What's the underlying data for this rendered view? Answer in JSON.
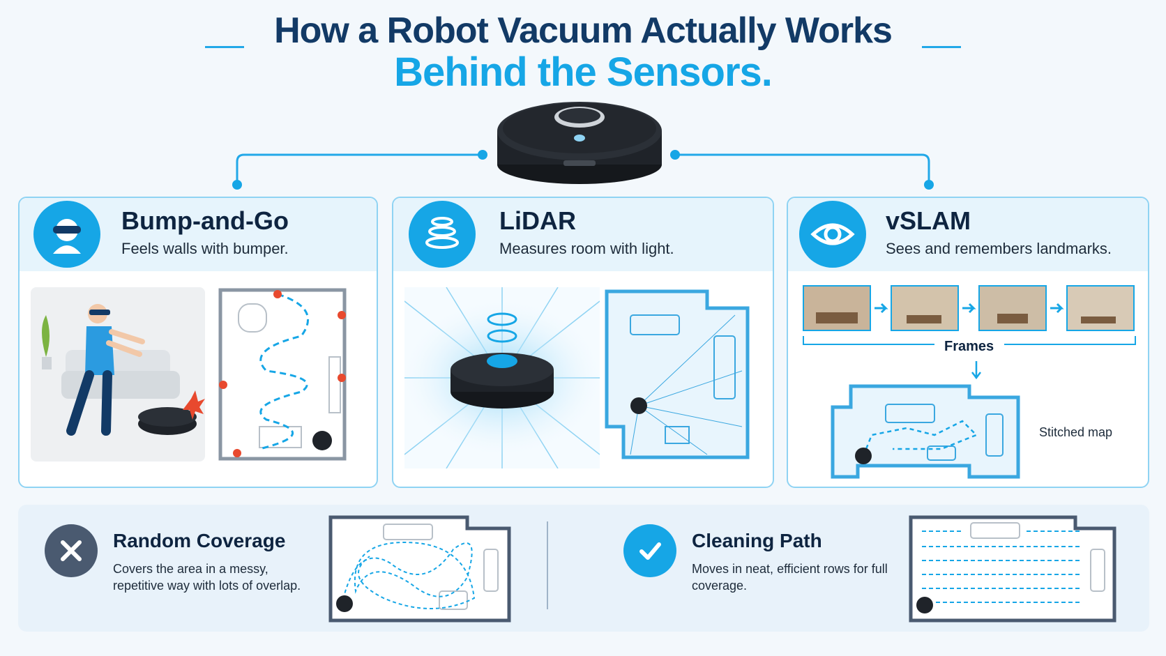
{
  "header": {
    "line1": "How a Robot Vacuum Actually Works",
    "line2": "Behind the Sensors."
  },
  "cards": [
    {
      "title": "Bump-and-Go",
      "subtitle": "Feels walls with bumper.",
      "icon": "visor-head-icon"
    },
    {
      "title": "LiDAR",
      "subtitle": "Measures room with light.",
      "icon": "lidar-turret-icon"
    },
    {
      "title": "vSLAM",
      "subtitle": "Sees and remembers landmarks.",
      "icon": "eye-icon"
    }
  ],
  "vslam": {
    "frames_label": "Frames",
    "stitched_label": "Stitched map"
  },
  "coverage": [
    {
      "title": "Random Coverage",
      "description": "Covers the area in a messy, repetitive way with lots of overlap.",
      "icon": "x-icon"
    },
    {
      "title": "Cleaning Path",
      "description": "Moves in neat, efficient rows for full coverage.",
      "icon": "check-icon"
    }
  ],
  "colors": {
    "navy": "#123a66",
    "accent": "#16a6e6",
    "border": "#8fd3f3",
    "robot": "#1f2329"
  }
}
